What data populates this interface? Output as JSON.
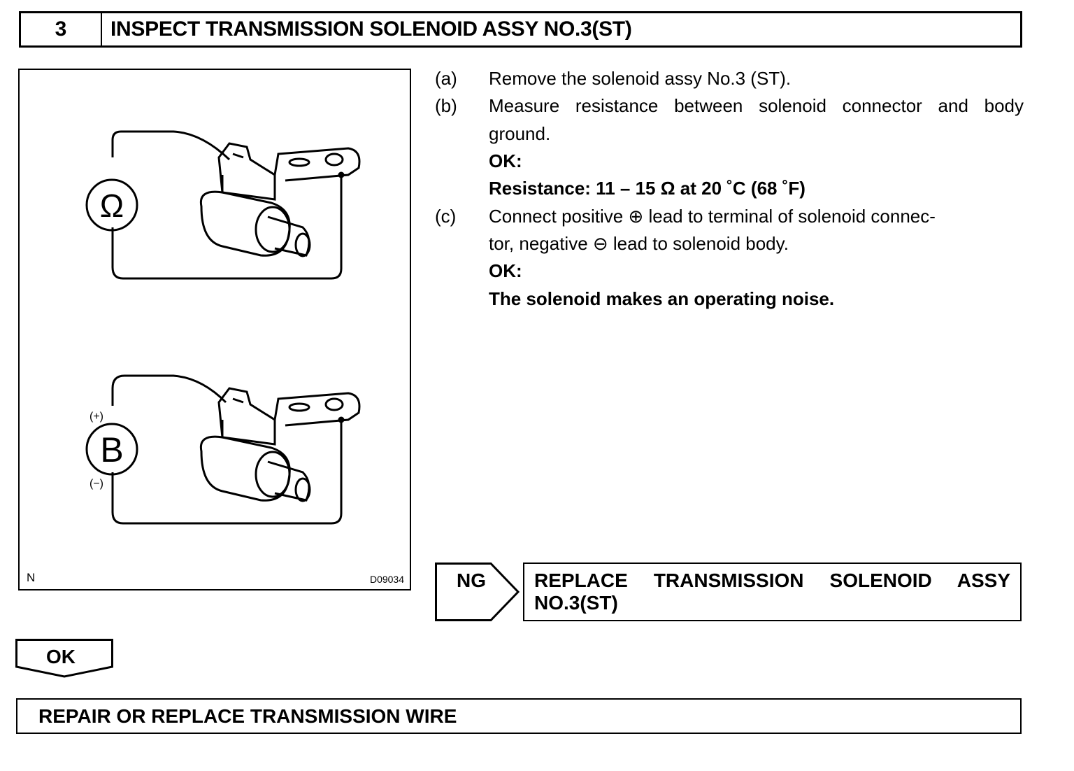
{
  "header": {
    "step_number": "3",
    "title": "INSPECT TRANSMISSION SOLENOID ASSY NO.3(ST)"
  },
  "figure": {
    "meter_symbol": "Ω",
    "battery_symbol": "B",
    "plus_label": "(+)",
    "minus_label": "(−)",
    "corner_left": "N",
    "corner_right": "D09034"
  },
  "steps": [
    {
      "label": "(a)",
      "text": "Remove the solenoid assy No.3 (ST)."
    },
    {
      "label": "(b)",
      "text": "Measure resistance between solenoid connector and body ground.",
      "ok_label": "OK:",
      "ok_text": "Resistance: 11 – 15 Ω at 20 ˚C (68 ˚F)"
    },
    {
      "label": "(c)",
      "line1": "Connect positive ⊕ lead to terminal of solenoid connec-",
      "line2": "tor, negative ⊖ lead to solenoid body.",
      "ok_label": "OK:",
      "ok_text": "The solenoid makes an operating noise."
    }
  ],
  "results": {
    "ng_label": "NG",
    "ng_action_line1": "REPLACE TRANSMISSION SOLENOID ASSY",
    "ng_action_line2": "NO.3(ST)",
    "ok_label": "OK",
    "ok_action": "REPAIR OR REPLACE TRANSMISSION WIRE"
  }
}
